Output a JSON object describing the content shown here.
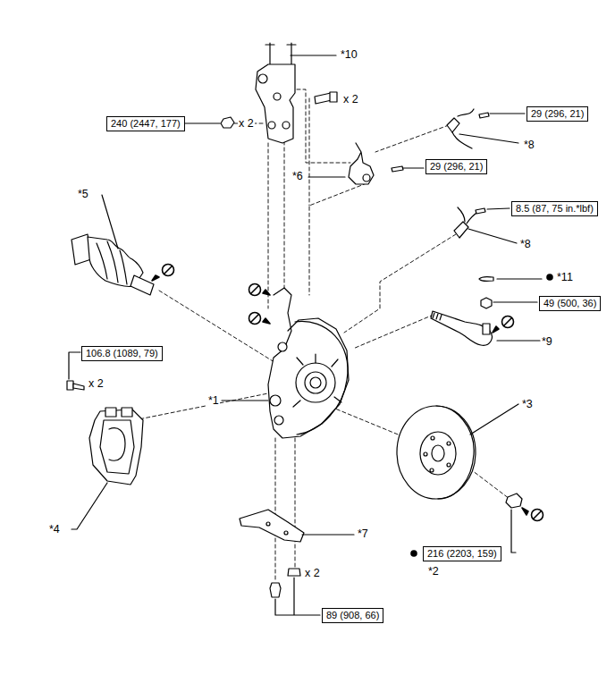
{
  "diagram": {
    "nodes": [
      {
        "text": [
          "29 (296, 21)"
        ]
      },
      {
        "text": [
          "240 (2447, 177)"
        ]
      },
      {
        "text": [
          "29 (296, 21)"
        ]
      },
      {
        "text": [
          "8.5 (87, 75 in.*lbf)"
        ]
      },
      {
        "text": [
          "49 (500, 36)"
        ]
      },
      {
        "text": [
          "106.8 (1089, 79)"
        ]
      },
      {
        "text": [
          "216 (2203, 159)"
        ]
      },
      {
        "text": [
          "89 (908, 66)"
        ]
      }
    ],
    "labels": [
      "*10",
      "x 2",
      "x 2",
      "*8",
      "*6",
      "*5",
      "*8",
      "*11",
      "*9",
      "x 2",
      "*1",
      "*3",
      "*4",
      "*7",
      "x 2",
      "*2"
    ]
  }
}
